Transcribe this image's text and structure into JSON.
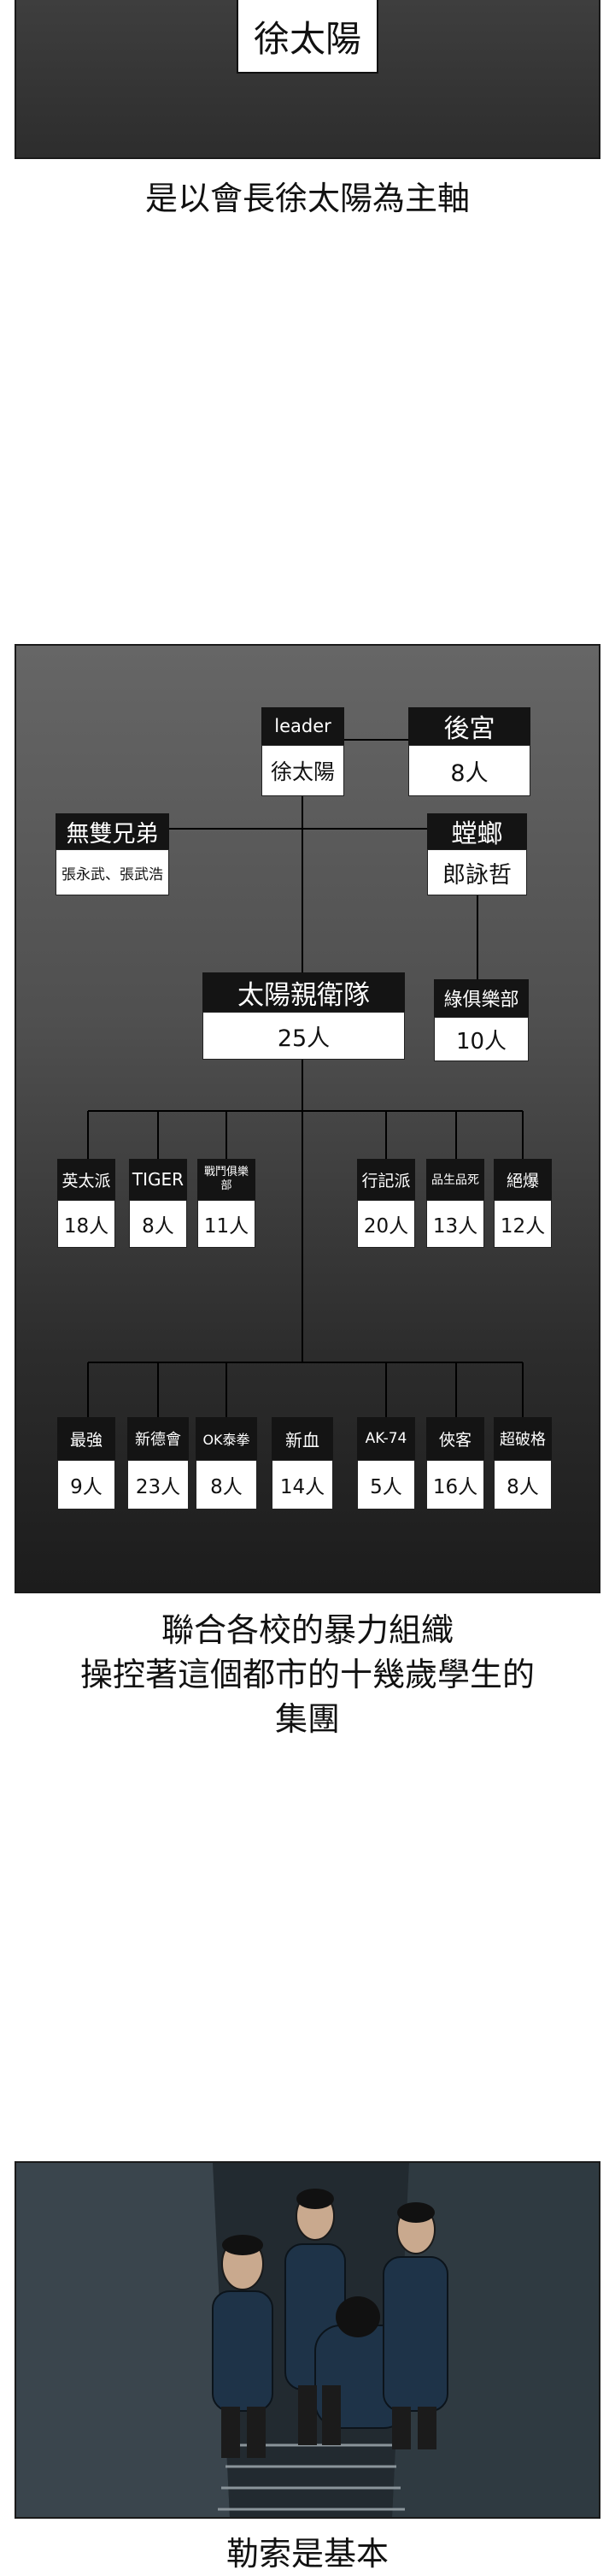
{
  "top_panel": {
    "name": "徐太陽"
  },
  "caption1": "是以會長徐太陽為主軸",
  "chart": {
    "leader": {
      "header": "leader",
      "value": "徐太陽"
    },
    "harem": {
      "header": "後宮",
      "value": "8人"
    },
    "brothers": {
      "header": "無雙兄弟",
      "value": "張永武、張武浩"
    },
    "mantis": {
      "header": "螳螂",
      "value": "郎詠哲"
    },
    "guard": {
      "header": "太陽親衛隊",
      "value": "25人"
    },
    "green_club": {
      "header": "綠俱樂部",
      "value": "10人"
    },
    "row1": [
      {
        "header": "英太派",
        "value": "18人"
      },
      {
        "header": "TIGER",
        "value": "8人"
      },
      {
        "header": "戰鬥俱樂部",
        "value": "11人"
      },
      {
        "header": "行記派",
        "value": "20人"
      },
      {
        "header": "品生品死",
        "value": "13人"
      },
      {
        "header": "絕爆",
        "value": "12人"
      }
    ],
    "row2": [
      {
        "header": "最強",
        "value": "9人"
      },
      {
        "header": "新德會",
        "value": "23人"
      },
      {
        "header": "OK泰拳",
        "value": "8人"
      },
      {
        "header": "新血",
        "value": "14人"
      },
      {
        "header": "AK-74",
        "value": "5人"
      },
      {
        "header": "俠客",
        "value": "16人"
      },
      {
        "header": "超破格",
        "value": "8人"
      }
    ]
  },
  "caption2": [
    "聯合各校的暴力組織",
    "操控著這個都市的十幾歲學生的",
    "集團"
  ],
  "caption3": "勒索是基本",
  "colors": {
    "box_header": "#141414",
    "panel_border": "#1a1a1a"
  }
}
